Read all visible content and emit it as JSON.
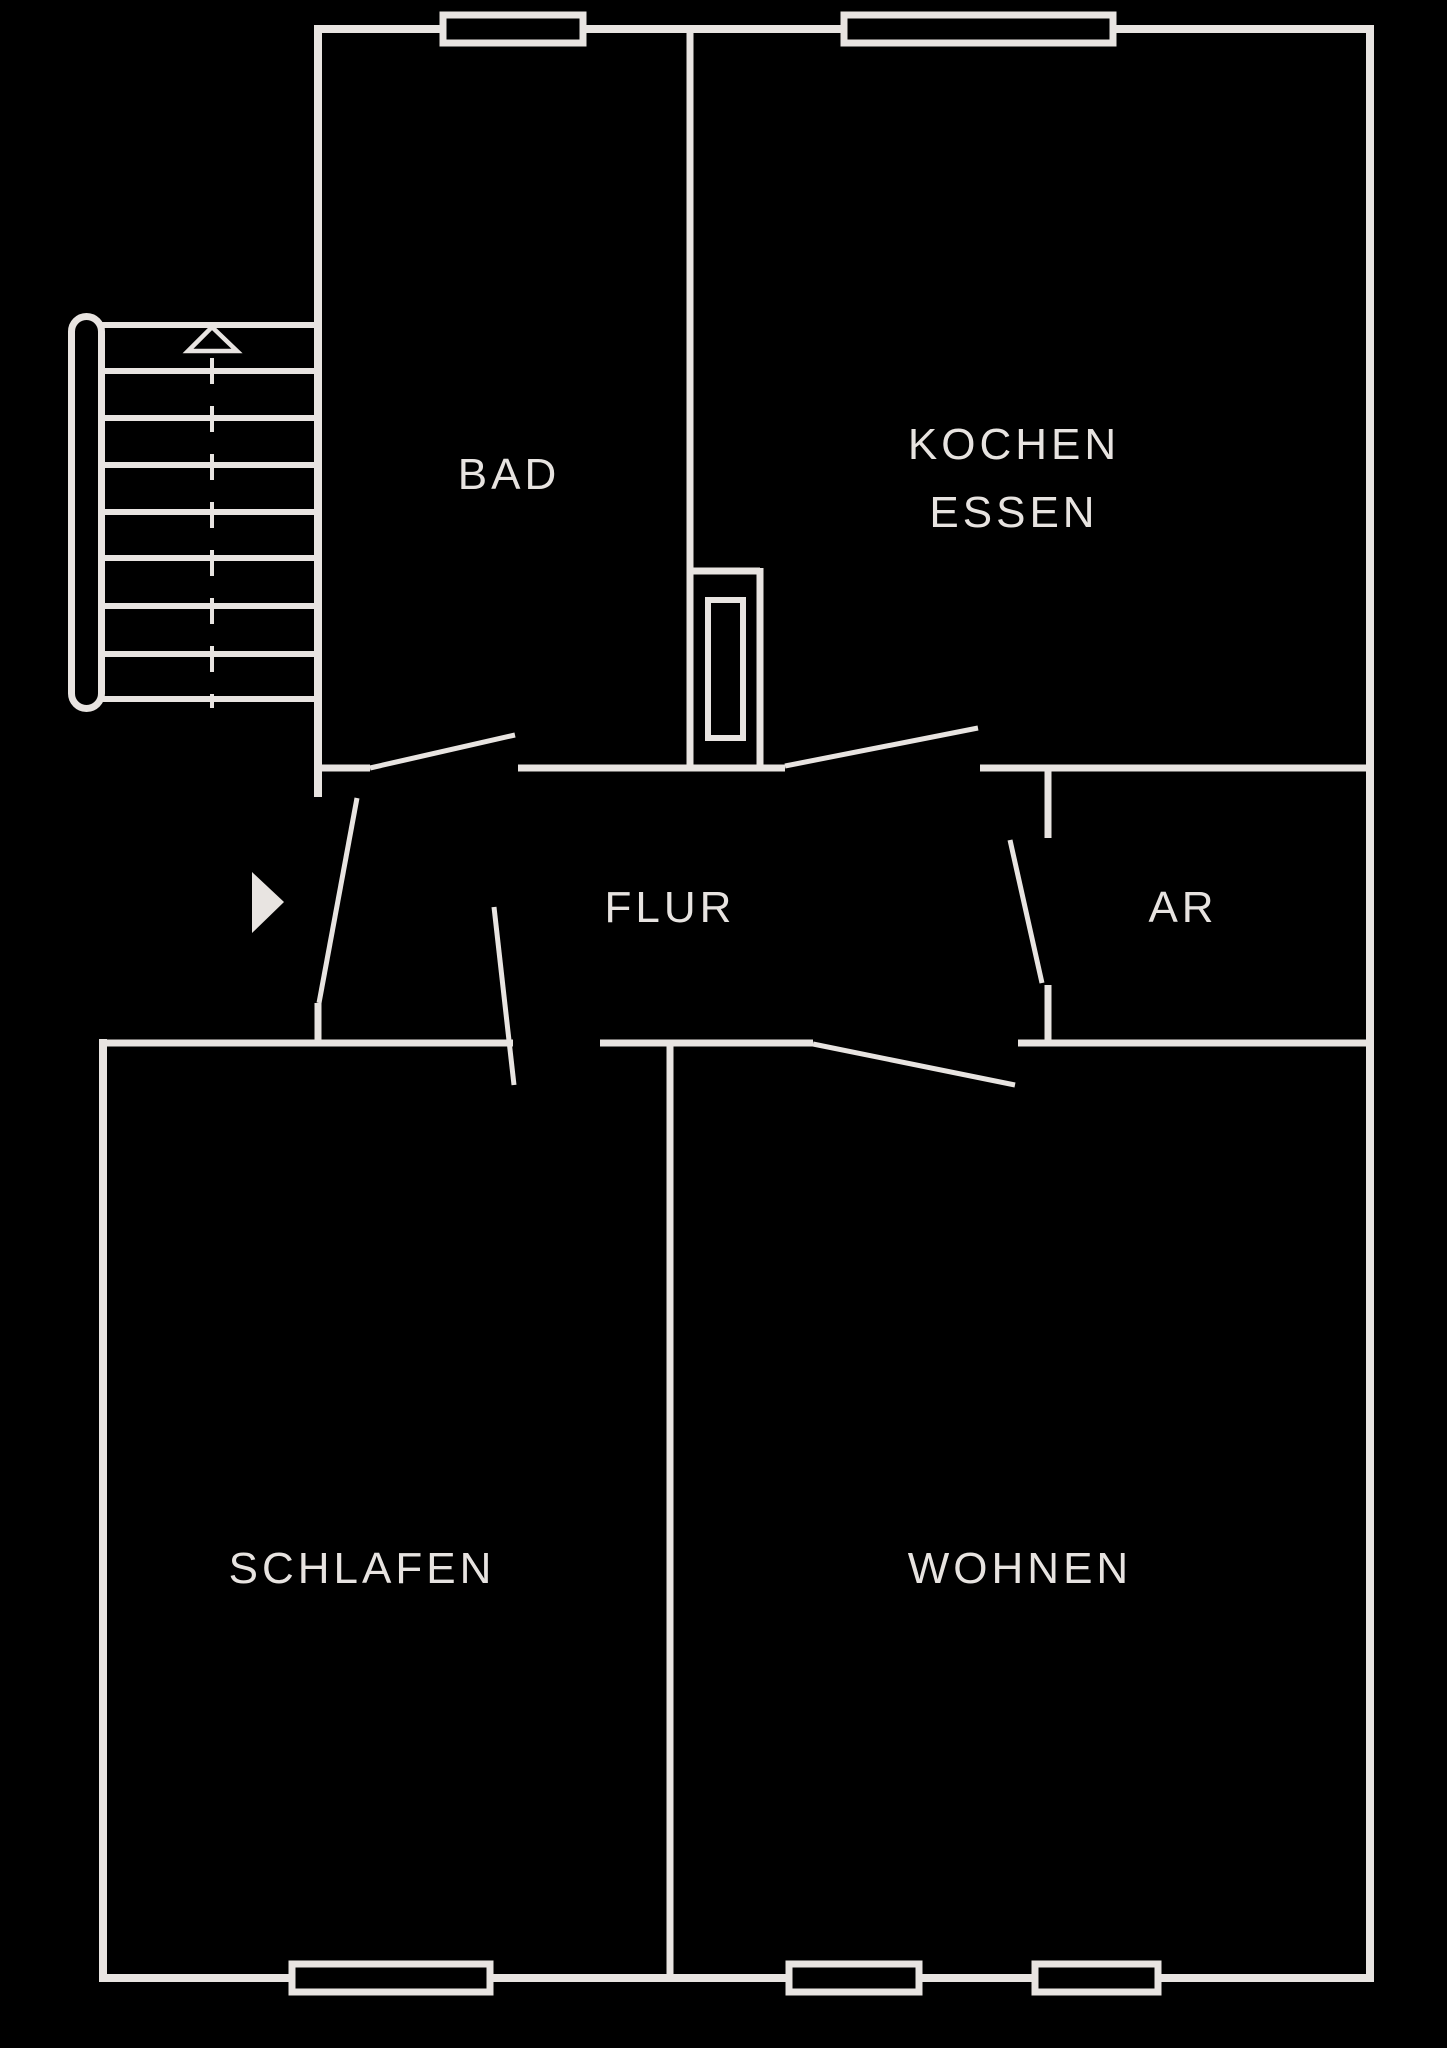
{
  "plan": {
    "colors": {
      "background": "#000000",
      "line": "#E8E4E1",
      "text": "#E7E3E0"
    },
    "rooms": {
      "bad": {
        "label": "BAD"
      },
      "kochen_essen": {
        "label_line1": "KOCHEN",
        "label_line2": "ESSEN"
      },
      "flur": {
        "label": "FLUR"
      },
      "ar": {
        "label": "AR"
      },
      "schlafen": {
        "label": "SCHLAFEN"
      },
      "wohnen": {
        "label": "WOHNEN"
      }
    },
    "stairs": {
      "tread_count": 9,
      "direction": "up"
    },
    "entrance": {
      "arrow_direction": "right"
    },
    "windows": {
      "top_count": 2,
      "bottom_count": 3
    }
  }
}
